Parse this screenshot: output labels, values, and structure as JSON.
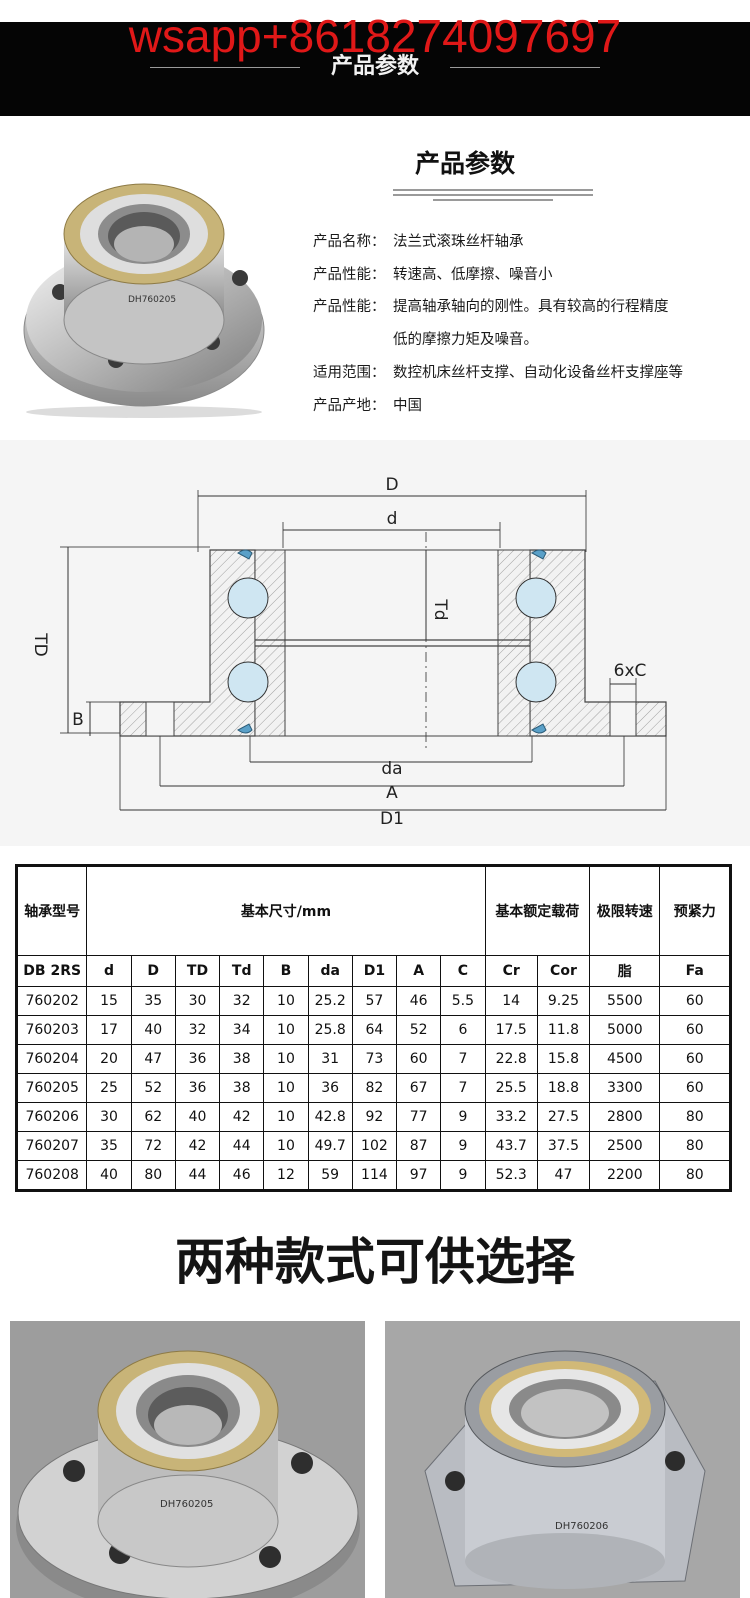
{
  "banner": {
    "watermark": "wsapp+8618274097697",
    "title": "产品参数"
  },
  "info": {
    "title": "产品参数",
    "specs": [
      {
        "key": "产品名称：",
        "value": "法兰式滚珠丝杆轴承"
      },
      {
        "key": "产品性能：",
        "value": "转速高、低摩擦、噪音小"
      },
      {
        "key": "产品性能：",
        "value": "提高轴承轴向的刚性。具有较高的行程精度"
      },
      {
        "key": "",
        "value": "低的摩擦力矩及噪音。"
      },
      {
        "key": "适用范围：",
        "value": "数控机床丝杆支撑、自动化设备丝杆支撑座等"
      },
      {
        "key": "产品产地：",
        "value": "中国"
      }
    ],
    "photo_marking": "DH760205"
  },
  "diagram": {
    "labels": {
      "D": "D",
      "d": "d",
      "TD": "TD",
      "Td": "Td",
      "B": "B",
      "da": "da",
      "A": "A",
      "D1": "D1",
      "hole": "6xC"
    }
  },
  "table": {
    "head": {
      "model": "轴承型号",
      "dims": "基本尺寸/mm",
      "load": "基本额定载荷",
      "speed": "极限转速",
      "preload": "预紧力"
    },
    "sub": [
      "DB 2RS",
      "d",
      "D",
      "TD",
      "Td",
      "B",
      "da",
      "D1",
      "A",
      "C",
      "Cr",
      "Cor",
      "脂",
      "Fa"
    ],
    "rows": [
      [
        "760202",
        "15",
        "35",
        "30",
        "32",
        "10",
        "25.2",
        "57",
        "46",
        "5.5",
        "14",
        "9.25",
        "5500",
        "60"
      ],
      [
        "760203",
        "17",
        "40",
        "32",
        "34",
        "10",
        "25.8",
        "64",
        "52",
        "6",
        "17.5",
        "11.8",
        "5000",
        "60"
      ],
      [
        "760204",
        "20",
        "47",
        "36",
        "38",
        "10",
        "31",
        "73",
        "60",
        "7",
        "22.8",
        "15.8",
        "4500",
        "60"
      ],
      [
        "760205",
        "25",
        "52",
        "36",
        "38",
        "10",
        "36",
        "82",
        "67",
        "7",
        "25.5",
        "18.8",
        "3300",
        "60"
      ],
      [
        "760206",
        "30",
        "62",
        "40",
        "42",
        "10",
        "42.8",
        "92",
        "77",
        "9",
        "33.2",
        "27.5",
        "2800",
        "80"
      ],
      [
        "760207",
        "35",
        "72",
        "42",
        "44",
        "10",
        "49.7",
        "102",
        "87",
        "9",
        "43.7",
        "37.5",
        "2500",
        "80"
      ],
      [
        "760208",
        "40",
        "80",
        "44",
        "46",
        "12",
        "59",
        "114",
        "97",
        "9",
        "52.3",
        "47",
        "2200",
        "80"
      ]
    ]
  },
  "styles": {
    "title": "两种款式可供选择",
    "left_marking": "DH760205",
    "right_marking": "DH760206"
  },
  "colors": {
    "watermark": "#e01818",
    "banner_bg": "#050505",
    "diagram_bg": "#f5f5f5",
    "seal_blue": "#5aa0c8",
    "seal_gold": "#c8b478"
  }
}
